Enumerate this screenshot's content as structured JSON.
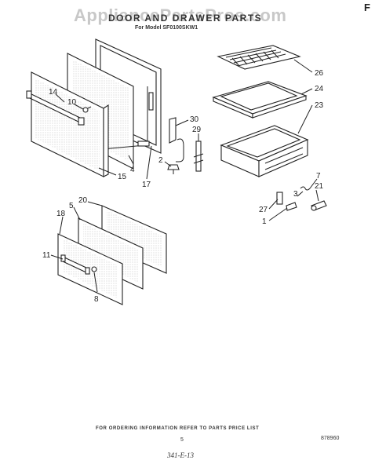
{
  "watermark": "AppliancePartsPros.com",
  "title": "DOOR AND DRAWER PARTS",
  "model": "For Model SF0100SKW1",
  "corner_mark": "F",
  "footer": {
    "order_info": "FOR ORDERING INFORMATION REFER TO PARTS PRICE LIST",
    "page_number": "5",
    "part_number": "878960",
    "handwritten": "341-E-13"
  },
  "callouts": {
    "c14": "14",
    "c10": "10",
    "c15": "15",
    "c4": "4",
    "c17": "17",
    "c30": "30",
    "c29": "29",
    "c2": "2",
    "c26": "26",
    "c24": "24",
    "c23": "23",
    "c7": "7",
    "c21": "21",
    "c27": "27",
    "c1": "1",
    "c3": "3",
    "c20": "20",
    "c18": "18",
    "c5": "5",
    "c11": "11",
    "c8": "8"
  }
}
